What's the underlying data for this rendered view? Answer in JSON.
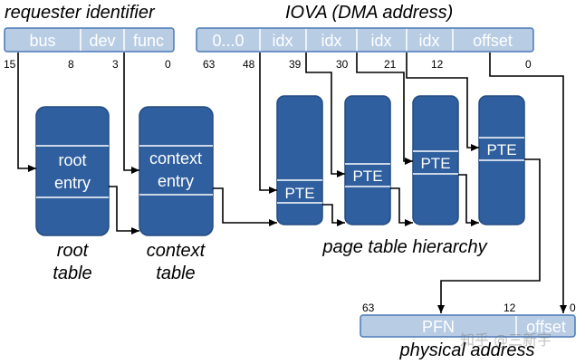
{
  "title_left": "requester identifier",
  "title_right": "IOVA (DMA address)",
  "colors": {
    "field_fill": "#b8cce4",
    "field_stroke": "#4a7ab8",
    "table_fill": "#2f5f9e",
    "table_stroke": "#234b80",
    "arrow": "#000000"
  },
  "requester_fields": [
    "bus",
    "dev",
    "func"
  ],
  "requester_bits": [
    "15",
    "8",
    "3",
    "0"
  ],
  "iova_fields": [
    "0...0",
    "idx",
    "idx",
    "idx",
    "idx",
    "offset"
  ],
  "iova_bits": [
    "63",
    "48",
    "39",
    "30",
    "21",
    "12",
    "0"
  ],
  "root_table": {
    "entry": [
      "root",
      "entry"
    ],
    "caption": [
      "root",
      "table"
    ]
  },
  "context_table": {
    "entry": [
      "context",
      "entry"
    ],
    "caption": [
      "context",
      "table"
    ]
  },
  "pte_label": "PTE",
  "page_table_caption": "page table hierarchy",
  "physical": {
    "fields": [
      "PFN",
      "offset"
    ],
    "bits": [
      "63",
      "12",
      "0"
    ],
    "caption": "physical address"
  },
  "watermark": "知乎 @三新宇"
}
